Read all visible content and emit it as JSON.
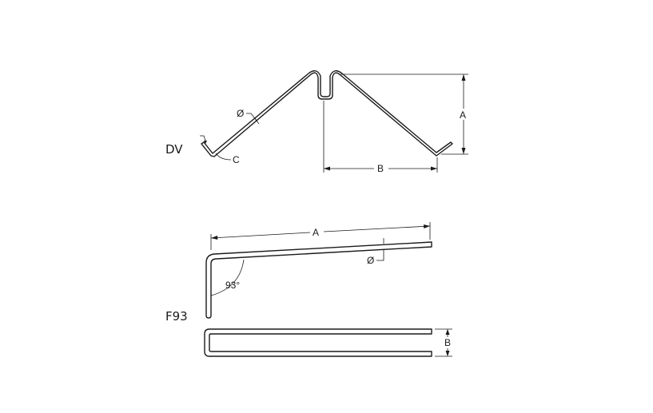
{
  "diagrams": {
    "dv": {
      "title": "DV",
      "dim_a": "A",
      "dim_b": "B",
      "dim_c": "C",
      "dim_diameter": "Ø"
    },
    "f93": {
      "title": "F93",
      "dim_a": "A",
      "dim_b": "B",
      "dim_diameter": "Ø",
      "angle": "93°"
    }
  },
  "colors": {
    "line": "#1a1a1a",
    "background": "#ffffff"
  }
}
